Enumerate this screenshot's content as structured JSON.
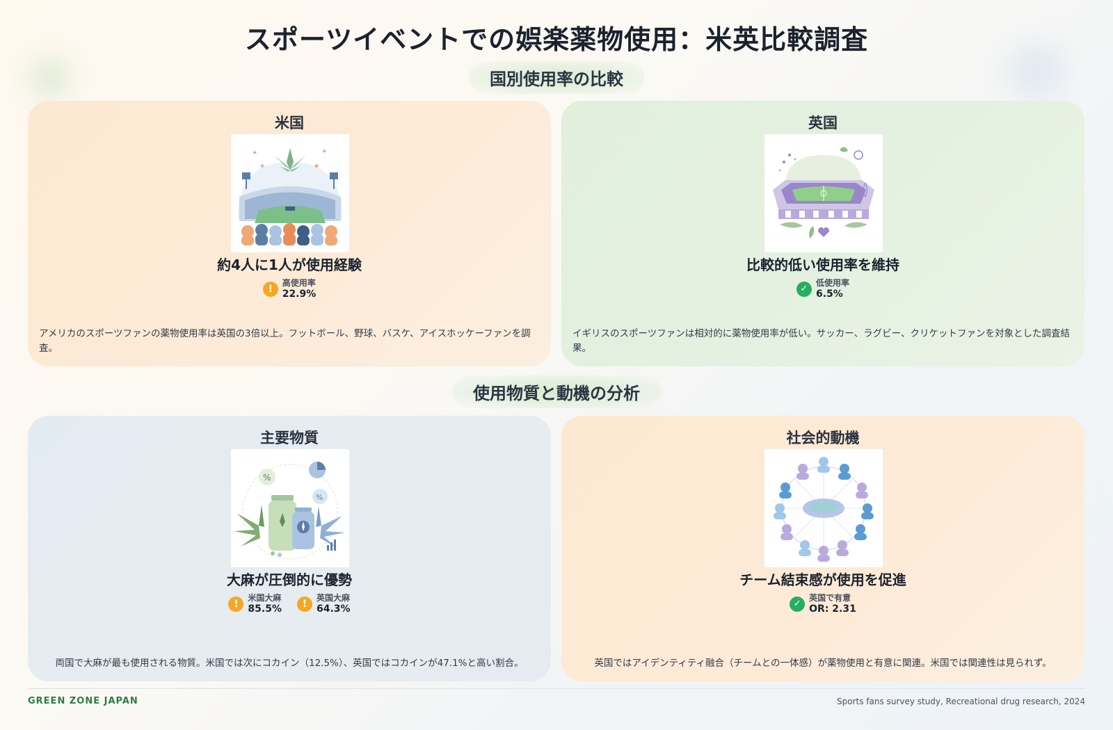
{
  "title": "スポーツイベントでの娯楽薬物使用：米英比較調査",
  "sections": [
    {
      "title": "国別使用率の比較"
    },
    {
      "title": "使用物質と動機の分析"
    }
  ],
  "cards": [
    {
      "title": "米国",
      "image_icon": "stadium-cannabis-illustration",
      "headline": "約4人に1人が使用経験",
      "stats": [
        {
          "icon": "exclamation-icon",
          "label": "高使用率",
          "value": "22.9%"
        }
      ],
      "description": "アメリカのスポーツファンの薬物使用率は英国の3倍以上。フットボール、野球、バスケ、アイスホッケーファンを調査。"
    },
    {
      "title": "英国",
      "image_icon": "stadium-wellness-illustration",
      "headline": "比較的低い使用率を維持",
      "stats": [
        {
          "icon": "check-icon",
          "label": "低使用率",
          "value": "6.5%"
        }
      ],
      "description": "イギリスのスポーツファンは相対的に薬物使用率が低い。サッカー、ラグビー、クリケットファンを対象とした調査結果。"
    },
    {
      "title": "主要物質",
      "image_icon": "cannabis-bottles-illustration",
      "headline": "大麻が圧倒的に優勢",
      "stats": [
        {
          "icon": "exclamation-icon",
          "label": "米国大麻",
          "value": "85.5%"
        },
        {
          "icon": "exclamation-icon",
          "label": "英国大麻",
          "value": "64.3%"
        }
      ],
      "description": "両国で大麻が最も使用される物質。米国では次にコカイン（12.5%）、英国ではコカインが47.1%と高い割合。"
    },
    {
      "title": "社会的動機",
      "image_icon": "fans-network-illustration",
      "headline": "チーム結束感が使用を促進",
      "stats": [
        {
          "icon": "check-icon",
          "label": "英国で有意",
          "value": "OR: 2.31"
        }
      ],
      "description": "英国ではアイデンティティ融合（チームとの一体感）が薬物使用と有意に関連。米国では関連性は見られず。"
    }
  ],
  "footer": {
    "brand": "GREEN ZONE JAPAN",
    "source": "Sports fans survey study, Recreational drug research, 2024"
  },
  "colors": {
    "warning": "#f5a623",
    "success": "#27ae60",
    "brand": "#2e7d46"
  }
}
